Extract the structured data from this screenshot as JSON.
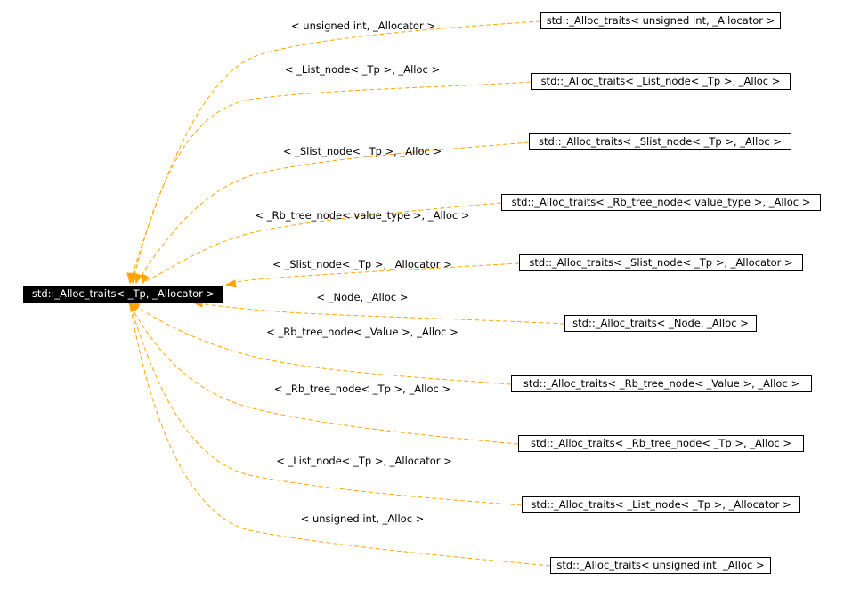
{
  "root": {
    "label": "std::_Alloc_traits< _Tp, _Allocator >"
  },
  "colors": {
    "edge": "#ffa500",
    "root_fill": "#000000",
    "root_text": "#ffffff",
    "node_border": "#000000"
  },
  "specializations": [
    {
      "node": "std::_Alloc_traits< unsigned int, _Allocator >",
      "edge_label": "< unsigned int, _Allocator >"
    },
    {
      "node": "std::_Alloc_traits< _List_node< _Tp >, _Alloc >",
      "edge_label": "< _List_node< _Tp >, _Alloc >"
    },
    {
      "node": "std::_Alloc_traits< _Slist_node< _Tp >, _Alloc >",
      "edge_label": "< _Slist_node< _Tp >, _Alloc >"
    },
    {
      "node": "std::_Alloc_traits< _Rb_tree_node< value_type >, _Alloc >",
      "edge_label": "< _Rb_tree_node< value_type >, _Alloc >"
    },
    {
      "node": "std::_Alloc_traits< _Slist_node< _Tp >, _Allocator >",
      "edge_label": "< _Slist_node< _Tp >, _Allocator >"
    },
    {
      "node": "std::_Alloc_traits< _Node, _Alloc >",
      "edge_label": "< _Node, _Alloc >"
    },
    {
      "node": "std::_Alloc_traits< _Rb_tree_node< _Value >, _Alloc >",
      "edge_label": "< _Rb_tree_node< _Value >, _Alloc >"
    },
    {
      "node": "std::_Alloc_traits< _Rb_tree_node< _Tp >, _Alloc >",
      "edge_label": "< _Rb_tree_node< _Tp >, _Alloc >"
    },
    {
      "node": "std::_Alloc_traits< _List_node< _Tp >, _Allocator >",
      "edge_label": "< _List_node< _Tp >, _Allocator >"
    },
    {
      "node": "std::_Alloc_traits< unsigned int, _Alloc >",
      "edge_label": "< unsigned int, _Alloc >"
    }
  ]
}
